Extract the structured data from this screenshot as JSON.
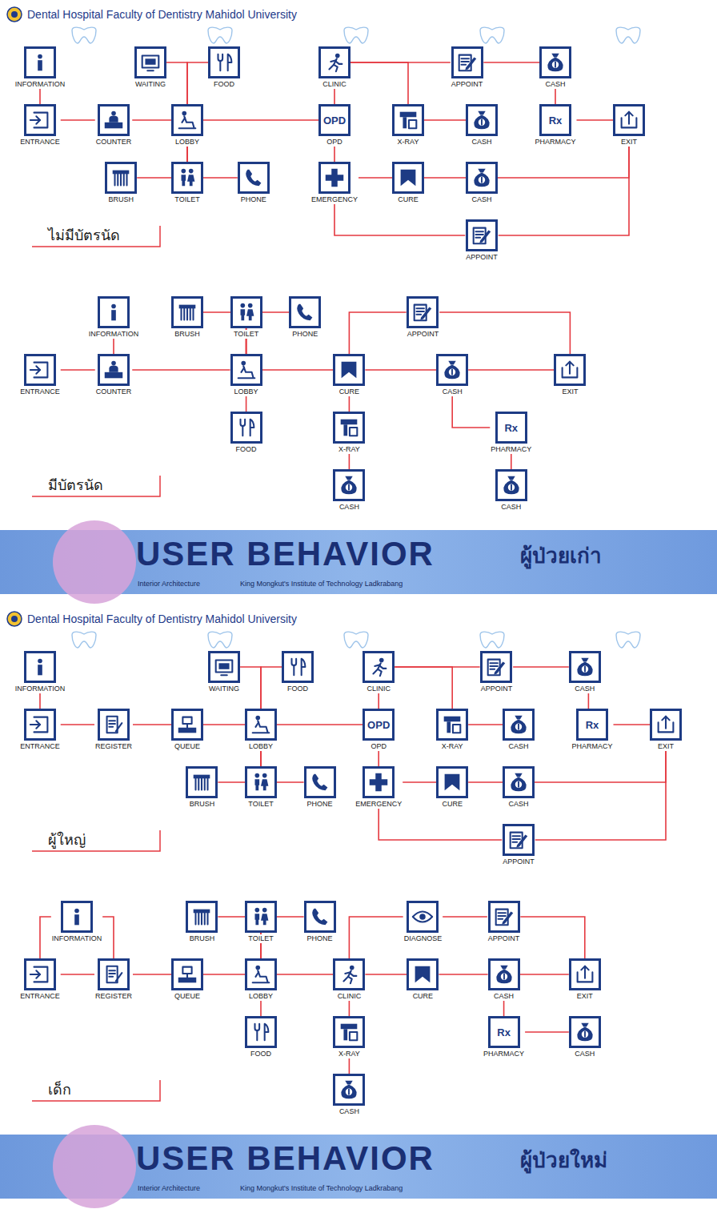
{
  "diagram": {
    "nodes": [
      {
        "text": [
          "INFORMATION"
        ]
      },
      {
        "text": [
          "ENTRANCE"
        ]
      },
      {
        "text": [
          "COUNTER"
        ]
      },
      {
        "text": [
          "WAITING"
        ]
      },
      {
        "text": [
          "FOOD"
        ]
      },
      {
        "text": [
          "LOBBY"
        ]
      },
      {
        "text": [
          "BRUSH"
        ]
      },
      {
        "text": [
          "TOILET"
        ]
      },
      {
        "text": [
          "PHONE"
        ]
      },
      {
        "text": [
          "CLINIC"
        ]
      },
      {
        "text": [
          "OPD",
          "OPD"
        ]
      },
      {
        "text": [
          "EMERGENCY"
        ]
      },
      {
        "text": [
          "X-RAY"
        ]
      },
      {
        "text": [
          "CURE"
        ]
      },
      {
        "text": [
          "APPOINT"
        ]
      },
      {
        "text": [
          "CASH"
        ]
      },
      {
        "text": [
          "CASH"
        ]
      },
      {
        "text": [
          "APPOINT"
        ]
      },
      {
        "text": [
          "CASH"
        ]
      },
      {
        "text": [
          "Rx",
          "PHARMACY"
        ]
      },
      {
        "text": [
          "EXIT"
        ]
      },
      {
        "text": [
          "INFORMATION"
        ]
      },
      {
        "text": [
          "ENTRANCE"
        ]
      },
      {
        "text": [
          "COUNTER"
        ]
      },
      {
        "text": [
          "BRUSH"
        ]
      },
      {
        "text": [
          "TOILET"
        ]
      },
      {
        "text": [
          "PHONE"
        ]
      },
      {
        "text": [
          "LOBBY"
        ]
      },
      {
        "text": [
          "FOOD"
        ]
      },
      {
        "text": [
          "CURE"
        ]
      },
      {
        "text": [
          "X-RAY"
        ]
      },
      {
        "text": [
          "CASH"
        ]
      },
      {
        "text": [
          "APPOINT"
        ]
      },
      {
        "text": [
          "CASH"
        ]
      },
      {
        "text": [
          "Rx",
          "PHARMACY"
        ]
      },
      {
        "text": [
          "CASH"
        ]
      },
      {
        "text": [
          "EXIT"
        ]
      },
      {
        "text": [
          "INFORMATION"
        ]
      },
      {
        "text": [
          "ENTRANCE"
        ]
      },
      {
        "text": [
          "REGISTER"
        ]
      },
      {
        "text": [
          "QUEUE"
        ]
      },
      {
        "text": [
          "WAITING"
        ]
      },
      {
        "text": [
          "LOBBY"
        ]
      },
      {
        "text": [
          "FOOD"
        ]
      },
      {
        "text": [
          "BRUSH"
        ]
      },
      {
        "text": [
          "TOILET"
        ]
      },
      {
        "text": [
          "PHONE"
        ]
      },
      {
        "text": [
          "CLINIC"
        ]
      },
      {
        "text": [
          "OPD",
          "OPD"
        ]
      },
      {
        "text": [
          "EMERGENCY"
        ]
      },
      {
        "text": [
          "X-RAY"
        ]
      },
      {
        "text": [
          "CASH"
        ]
      },
      {
        "text": [
          "APPOINT"
        ]
      },
      {
        "text": [
          "CURE"
        ]
      },
      {
        "text": [
          "CASH"
        ]
      },
      {
        "text": [
          "CASH"
        ]
      },
      {
        "text": [
          "Rx",
          "PHARMACY"
        ]
      },
      {
        "text": [
          "EXIT"
        ]
      },
      {
        "text": [
          "APPOINT"
        ]
      },
      {
        "text": [
          "INFORMATION"
        ]
      },
      {
        "text": [
          "ENTRANCE"
        ]
      },
      {
        "text": [
          "REGISTER"
        ]
      },
      {
        "text": [
          "QUEUE"
        ]
      },
      {
        "text": [
          "BRUSH"
        ]
      },
      {
        "text": [
          "TOILET"
        ]
      },
      {
        "text": [
          "PHONE"
        ]
      },
      {
        "text": [
          "LOBBY"
        ]
      },
      {
        "text": [
          "FOOD"
        ]
      },
      {
        "text": [
          "CLINIC"
        ]
      },
      {
        "text": [
          "X-RAY"
        ]
      },
      {
        "text": [
          "CASH"
        ]
      },
      {
        "text": [
          "DIAGNOSE"
        ]
      },
      {
        "text": [
          "CURE"
        ]
      },
      {
        "text": [
          "APPOINT"
        ]
      },
      {
        "text": [
          "CASH"
        ]
      },
      {
        "text": [
          "Rx",
          "PHARMACY"
        ]
      },
      {
        "text": [
          "EXIT"
        ]
      },
      {
        "text": [
          "CASH"
        ]
      }
    ],
    "edges": [
      {
        "from": 1,
        "to": 0,
        "arrow": "none"
      },
      {
        "from": 1,
        "to": 2,
        "arrow": "none"
      },
      {
        "from": 2,
        "to": 5,
        "arrow": "none"
      },
      {
        "from": 5,
        "to": 3,
        "arrow": "none"
      },
      {
        "from": 5,
        "to": 4,
        "arrow": "none"
      },
      {
        "from": 5,
        "to": 6,
        "arrow": "none"
      },
      {
        "from": 5,
        "to": 7,
        "arrow": "none"
      },
      {
        "from": 5,
        "to": 8,
        "arrow": "none"
      },
      {
        "from": 5,
        "to": 10,
        "arrow": "none"
      },
      {
        "from": 10,
        "to": 9,
        "arrow": "none"
      },
      {
        "from": 10,
        "to": 11,
        "arrow": "none"
      },
      {
        "from": 9,
        "to": 12,
        "arrow": "none"
      },
      {
        "from": 12,
        "to": 15,
        "arrow": "none"
      },
      {
        "from": 9,
        "to": 14,
        "arrow": "none"
      },
      {
        "from": 14,
        "to": 18,
        "arrow": "none"
      },
      {
        "from": 18,
        "to": 19,
        "arrow": "none"
      },
      {
        "from": 19,
        "to": 20,
        "arrow": "none"
      },
      {
        "from": 11,
        "to": 13,
        "arrow": "none"
      },
      {
        "from": 13,
        "to": 16,
        "arrow": "none"
      },
      {
        "from": 16,
        "to": 20,
        "arrow": "none"
      },
      {
        "from": 11,
        "to": 17,
        "arrow": "none"
      },
      {
        "from": 17,
        "to": 20,
        "arrow": "none"
      },
      {
        "from": 22,
        "to": 23,
        "arrow": "none"
      },
      {
        "from": 23,
        "to": 21,
        "arrow": "none"
      },
      {
        "from": 23,
        "to": 27,
        "arrow": "none"
      },
      {
        "from": 27,
        "to": 24,
        "arrow": "none"
      },
      {
        "from": 27,
        "to": 25,
        "arrow": "none"
      },
      {
        "from": 27,
        "to": 26,
        "arrow": "none"
      },
      {
        "from": 27,
        "to": 28,
        "arrow": "none"
      },
      {
        "from": 27,
        "to": 29,
        "arrow": "none"
      },
      {
        "from": 29,
        "to": 30,
        "arrow": "none"
      },
      {
        "from": 30,
        "to": 31,
        "arrow": "none"
      },
      {
        "from": 29,
        "to": 32,
        "arrow": "none"
      },
      {
        "from": 32,
        "to": 36,
        "arrow": "none"
      },
      {
        "from": 29,
        "to": 33,
        "arrow": "none"
      },
      {
        "from": 33,
        "to": 36,
        "arrow": "none"
      },
      {
        "from": 33,
        "to": 34,
        "arrow": "none"
      },
      {
        "from": 34,
        "to": 35,
        "arrow": "none"
      },
      {
        "from": 38,
        "to": 37,
        "arrow": "none"
      },
      {
        "from": 38,
        "to": 39,
        "arrow": "none"
      },
      {
        "from": 39,
        "to": 40,
        "arrow": "none"
      },
      {
        "from": 40,
        "to": 42,
        "arrow": "none"
      },
      {
        "from": 42,
        "to": 41,
        "arrow": "none"
      },
      {
        "from": 42,
        "to": 43,
        "arrow": "none"
      },
      {
        "from": 42,
        "to": 44,
        "arrow": "none"
      },
      {
        "from": 42,
        "to": 45,
        "arrow": "none"
      },
      {
        "from": 42,
        "to": 46,
        "arrow": "none"
      },
      {
        "from": 42,
        "to": 48,
        "arrow": "none"
      },
      {
        "from": 48,
        "to": 47,
        "arrow": "none"
      },
      {
        "from": 48,
        "to": 49,
        "arrow": "none"
      },
      {
        "from": 47,
        "to": 50,
        "arrow": "none"
      },
      {
        "from": 50,
        "to": 51,
        "arrow": "none"
      },
      {
        "from": 47,
        "to": 52,
        "arrow": "none"
      },
      {
        "from": 52,
        "to": 55,
        "arrow": "none"
      },
      {
        "from": 55,
        "to": 56,
        "arrow": "none"
      },
      {
        "from": 56,
        "to": 57,
        "arrow": "none"
      },
      {
        "from": 49,
        "to": 53,
        "arrow": "none"
      },
      {
        "from": 53,
        "to": 54,
        "arrow": "none"
      },
      {
        "from": 54,
        "to": 57,
        "arrow": "none"
      },
      {
        "from": 49,
        "to": 58,
        "arrow": "none"
      },
      {
        "from": 58,
        "to": 57,
        "arrow": "none"
      },
      {
        "from": 60,
        "to": 59,
        "arrow": "none"
      },
      {
        "from": 61,
        "to": 59,
        "arrow": "none"
      },
      {
        "from": 60,
        "to": 61,
        "arrow": "none"
      },
      {
        "from": 61,
        "to": 62,
        "arrow": "none"
      },
      {
        "from": 62,
        "to": 66,
        "arrow": "none"
      },
      {
        "from": 66,
        "to": 63,
        "arrow": "none"
      },
      {
        "from": 66,
        "to": 64,
        "arrow": "none"
      },
      {
        "from": 66,
        "to": 65,
        "arrow": "none"
      },
      {
        "from": 66,
        "to": 67,
        "arrow": "none"
      },
      {
        "from": 66,
        "to": 68,
        "arrow": "none"
      },
      {
        "from": 68,
        "to": 71,
        "arrow": "none"
      },
      {
        "from": 68,
        "to": 72,
        "arrow": "none"
      },
      {
        "from": 71,
        "to": 73,
        "arrow": "none"
      },
      {
        "from": 73,
        "to": 76,
        "arrow": "none"
      },
      {
        "from": 72,
        "to": 74,
        "arrow": "none"
      },
      {
        "from": 74,
        "to": 76,
        "arrow": "none"
      },
      {
        "from": 74,
        "to": 75,
        "arrow": "none"
      },
      {
        "from": 75,
        "to": 77,
        "arrow": "none"
      },
      {
        "from": 68,
        "to": 69,
        "arrow": "none"
      },
      {
        "from": 69,
        "to": 70,
        "arrow": "none"
      }
    ],
    "labels": [
      "Dental Hospital Faculty of Dentistry Mahidol University",
      "ไม่มีบัตรนัด",
      "มีบัตรนัด",
      "USER BEHAVIOR",
      "ผู้ป่วยเก่า",
      "Interior Architecture",
      "King Mongkut's Institute of Technology Ladkrabang",
      "Dental Hospital Faculty of Dentistry Mahidol University",
      "ผู้ใหญ่",
      "เด็ก",
      "USER BEHAVIOR",
      "ผู้ป่วยใหม่",
      "Interior Architecture",
      "King Mongkut's Institute of Technology Ladkrabang"
    ]
  }
}
